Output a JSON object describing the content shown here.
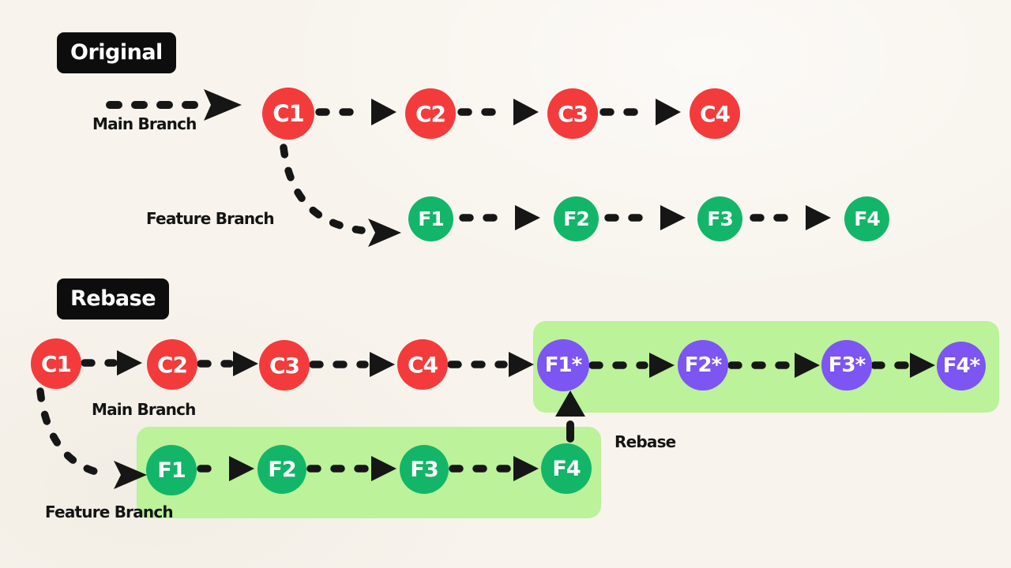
{
  "diagram": {
    "background_color": "#f8f4ed",
    "colors": {
      "title_box_bg": "#0d0d0d",
      "title_text": "#ffffff",
      "arrow": "#161616",
      "main_commit_red": "#f43b3b",
      "feature_commit_green": "#13b669",
      "rebased_commit_purple": "#7d55f3",
      "highlight_box_green": "#bcf29a"
    },
    "sections": {
      "original": {
        "title": "Original",
        "main_branch_label": "Main Branch",
        "feature_branch_label": "Feature Branch",
        "main_commits": [
          "C1",
          "C2",
          "C3",
          "C4"
        ],
        "feature_commits": [
          "F1",
          "F2",
          "F3",
          "F4"
        ]
      },
      "rebase": {
        "title": "Rebase",
        "main_branch_label": "Main Branch",
        "feature_branch_label": "Feature Branch",
        "rebase_arrow_label": "Rebase",
        "main_commits": [
          "C1",
          "C2",
          "C3",
          "C4"
        ],
        "rebased_commits": [
          "F1*",
          "F2*",
          "F3*",
          "F4*"
        ],
        "feature_commits": [
          "F1",
          "F2",
          "F3",
          "F4"
        ]
      }
    }
  }
}
